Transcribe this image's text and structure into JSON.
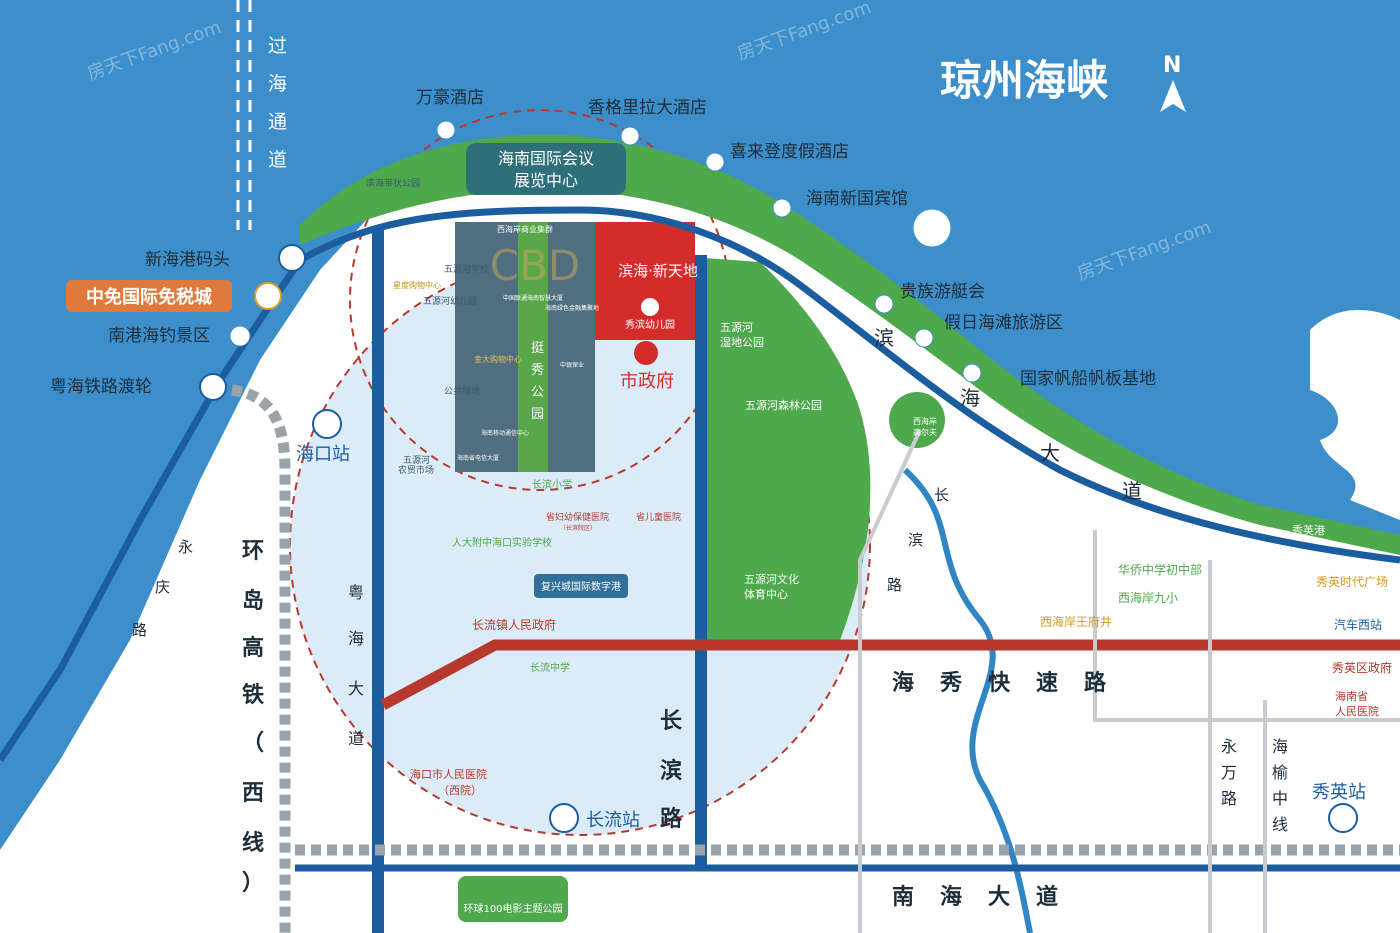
{
  "sea_title": "琼州海峡",
  "compass": "N",
  "watermark": "房天下Fang.com",
  "strait_road": [
    "过",
    "海",
    "通",
    "道"
  ],
  "hotels": {
    "wanhao": "万豪酒店",
    "shangri": "香格里拉大酒店",
    "sheraton": "喜来登度假酒店",
    "guest": "海南新国宾馆",
    "club": "贵族游艇会",
    "holiday": "假日海滩旅游区",
    "sail": "国家帆船帆板基地"
  },
  "convention": [
    "海南国际会议",
    "展览中心"
  ],
  "binhai_park": "滨海带状公园",
  "port_new": "新海港码头",
  "duty_free": "中免国际免税城",
  "fishing": "南港海钓景区",
  "ferry": "粤海铁路渡轮",
  "haikou_station": "海口站",
  "changliu_station": "长流站",
  "xiuying_station": "秀英站",
  "cbd": {
    "top_label": "西海岸商业集群",
    "letters": "CBD",
    "park": [
      "挺",
      "秀",
      "公",
      "园"
    ],
    "intl": "中国联通海南智慧大厦",
    "finance": "海南绿色金融集聚地",
    "art": "中银保业",
    "mobile": "海南移动通信中心",
    "telecom": "海南省电信大厦",
    "mall": "金大购物中心"
  },
  "project": {
    "name": "滨海·新天地",
    "kindergarten": "秀滨幼儿园"
  },
  "city_hall": "市政府",
  "left_pois": {
    "school": "五源河学校",
    "star_mall": "星度购物中心",
    "kg": "五源河幼儿园",
    "green": "公共绿地",
    "market": [
      "五源河",
      "农贸市场"
    ]
  },
  "schools": {
    "changbin": "长滨小学",
    "renda": "人大附中海口实验学校",
    "changliu_mid": "长流中学"
  },
  "hospitals": {
    "mch": "省妇幼保健医院",
    "mch_sub": "（长滨院区）",
    "child": "省儿童医院",
    "city": [
      "海口市人民医院",
      "（西院）"
    ],
    "provincial": [
      "海南省",
      "人民医院"
    ]
  },
  "digital_port": "复兴城国际数字港",
  "changliu_gov": "长流镇人民政府",
  "parks": {
    "wetland": [
      "五源河",
      "湿地公园"
    ],
    "forest": "五源河森林公园",
    "sports": [
      "五源河文化",
      "体育中心"
    ],
    "golf": [
      "西海岸",
      "高尔夫"
    ]
  },
  "east_pois": {
    "huaqiao": "华侨中学初中部",
    "xha9": "西海岸九小",
    "wangfu": "西海岸王府井",
    "xiuying_port": "秀英港",
    "xiuying_plaza": "秀英时代广场",
    "bus_west": "汽车西站",
    "district_gov": "秀英区政府"
  },
  "film_park": "环球100电影主题公园",
  "roads": {
    "binhai": [
      "滨",
      "海",
      "大",
      "道"
    ],
    "changbin_v": [
      "长",
      "滨",
      "路"
    ],
    "changbin_small": [
      "长",
      "滨",
      "路"
    ],
    "yuehai": [
      "粤",
      "海",
      "大",
      "道"
    ],
    "yongqing": [
      "永",
      "庆",
      "路"
    ],
    "huanxiao": [
      "环",
      "岛",
      "高",
      "铁",
      "（",
      "西",
      "线",
      "）"
    ],
    "haixiu": [
      "海",
      "秀",
      "快",
      "速",
      "路"
    ],
    "nanhai": [
      "南",
      "海",
      "大",
      "道"
    ],
    "yongwan": [
      "永",
      "万",
      "路"
    ],
    "haiyu": [
      "海",
      "榆",
      "中",
      "线"
    ]
  },
  "colors": {
    "sea": "#3d8fcb",
    "road_blue": "#1b5d9e",
    "road_red": "#b7392e",
    "green": "#4ea84c",
    "project_red": "#d42b2b",
    "duty_orange": "#e07a3c",
    "circle_fill": "#dcebf8"
  }
}
